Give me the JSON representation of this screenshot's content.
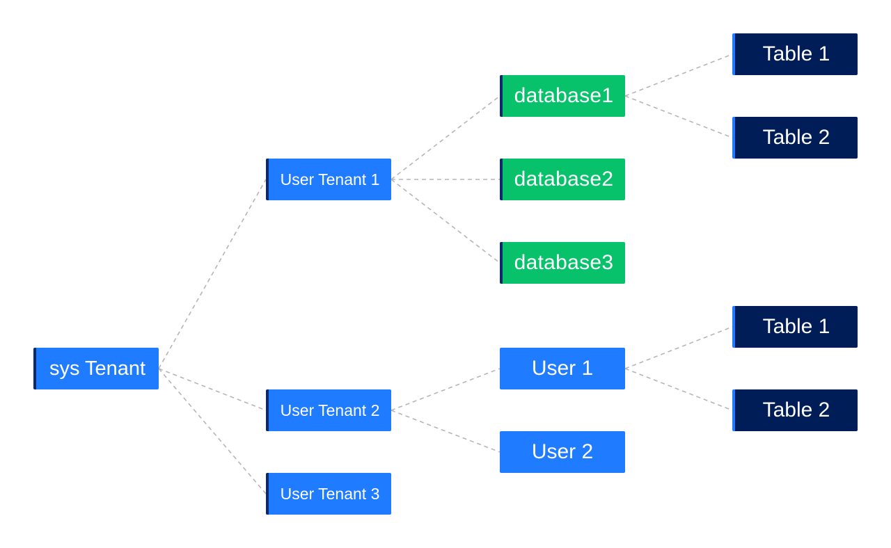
{
  "nodes": {
    "sys_tenant": "sys Tenant",
    "user_tenant_1": "User Tenant 1",
    "user_tenant_2": "User Tenant 2",
    "user_tenant_3": "User Tenant 3",
    "database1": "database1",
    "database2": "database2",
    "database3": "database3",
    "user1": "User 1",
    "user2": "User 2",
    "t1_table1": "Table 1",
    "t1_table2": "Table 2",
    "t2_table1": "Table 1",
    "t2_table2": "Table 2"
  },
  "edges": [
    [
      "sys_tenant",
      "user_tenant_1"
    ],
    [
      "sys_tenant",
      "user_tenant_2"
    ],
    [
      "sys_tenant",
      "user_tenant_3"
    ],
    [
      "user_tenant_1",
      "database1"
    ],
    [
      "user_tenant_1",
      "database2"
    ],
    [
      "user_tenant_1",
      "database3"
    ],
    [
      "database1",
      "t1_table1"
    ],
    [
      "database1",
      "t1_table2"
    ],
    [
      "user_tenant_2",
      "user1"
    ],
    [
      "user_tenant_2",
      "user2"
    ],
    [
      "user1",
      "t2_table1"
    ],
    [
      "user1",
      "t2_table2"
    ]
  ],
  "colors": {
    "tenant": "#1f7bff",
    "database": "#08c26b",
    "user": "#1f7bff",
    "table": "#001d57",
    "accent_dark": "#0b2a66",
    "connector": "#b5b5b5"
  }
}
